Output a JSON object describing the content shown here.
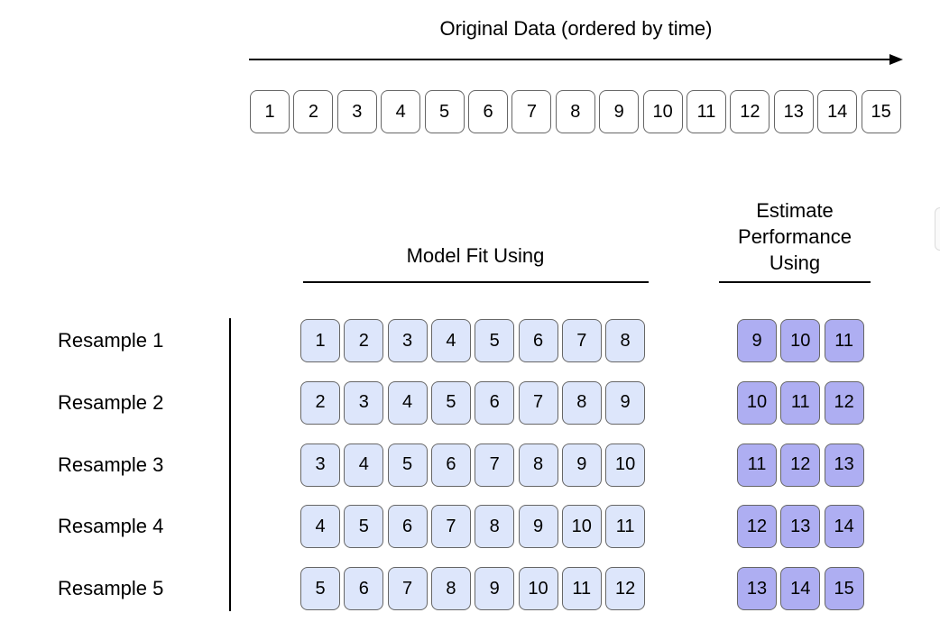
{
  "title": "Original Data (ordered by time)",
  "original_data": [
    "1",
    "2",
    "3",
    "4",
    "5",
    "6",
    "7",
    "8",
    "9",
    "10",
    "11",
    "12",
    "13",
    "14",
    "15"
  ],
  "model_fit_heading": "Model Fit Using",
  "estimate_heading": [
    "Estimate",
    "Performance",
    "Using"
  ],
  "colors": {
    "original_fill": "#ffffff",
    "fit_fill": "#dde6fb",
    "estimate_fill": "#aeaef2",
    "border": "#666666"
  },
  "resamples": [
    {
      "label": "Resample 1",
      "fit": [
        "1",
        "2",
        "3",
        "4",
        "5",
        "6",
        "7",
        "8"
      ],
      "estimate": [
        "9",
        "10",
        "11"
      ]
    },
    {
      "label": "Resample 2",
      "fit": [
        "2",
        "3",
        "4",
        "5",
        "6",
        "7",
        "8",
        "9"
      ],
      "estimate": [
        "10",
        "11",
        "12"
      ]
    },
    {
      "label": "Resample 3",
      "fit": [
        "3",
        "4",
        "5",
        "6",
        "7",
        "8",
        "9",
        "10"
      ],
      "estimate": [
        "11",
        "12",
        "13"
      ]
    },
    {
      "label": "Resample 4",
      "fit": [
        "4",
        "5",
        "6",
        "7",
        "8",
        "9",
        "10",
        "11"
      ],
      "estimate": [
        "12",
        "13",
        "14"
      ]
    },
    {
      "label": "Resample 5",
      "fit": [
        "5",
        "6",
        "7",
        "8",
        "9",
        "10",
        "11",
        "12"
      ],
      "estimate": [
        "13",
        "14",
        "15"
      ]
    }
  ]
}
